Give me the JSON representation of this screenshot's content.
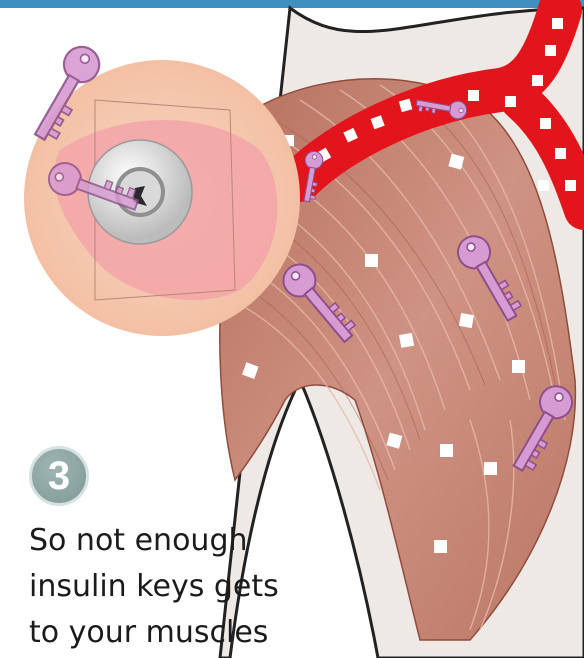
{
  "colors": {
    "top_bar": "#3f8fbf",
    "artery": "#e3151c",
    "muscle": "#c98a7c",
    "muscle_dark": "#a8614f",
    "key": "#d79bd3",
    "lock_plate": "#d8d8d8",
    "background": "#ffffff"
  },
  "icons": {
    "key": "key-icon",
    "lock": "lock-icon",
    "glucose": "glucose-square-icon"
  },
  "step": {
    "number": "3"
  },
  "caption": {
    "line1": "So not enough",
    "line2": "insulin keys gets",
    "line3": "to your muscles"
  }
}
